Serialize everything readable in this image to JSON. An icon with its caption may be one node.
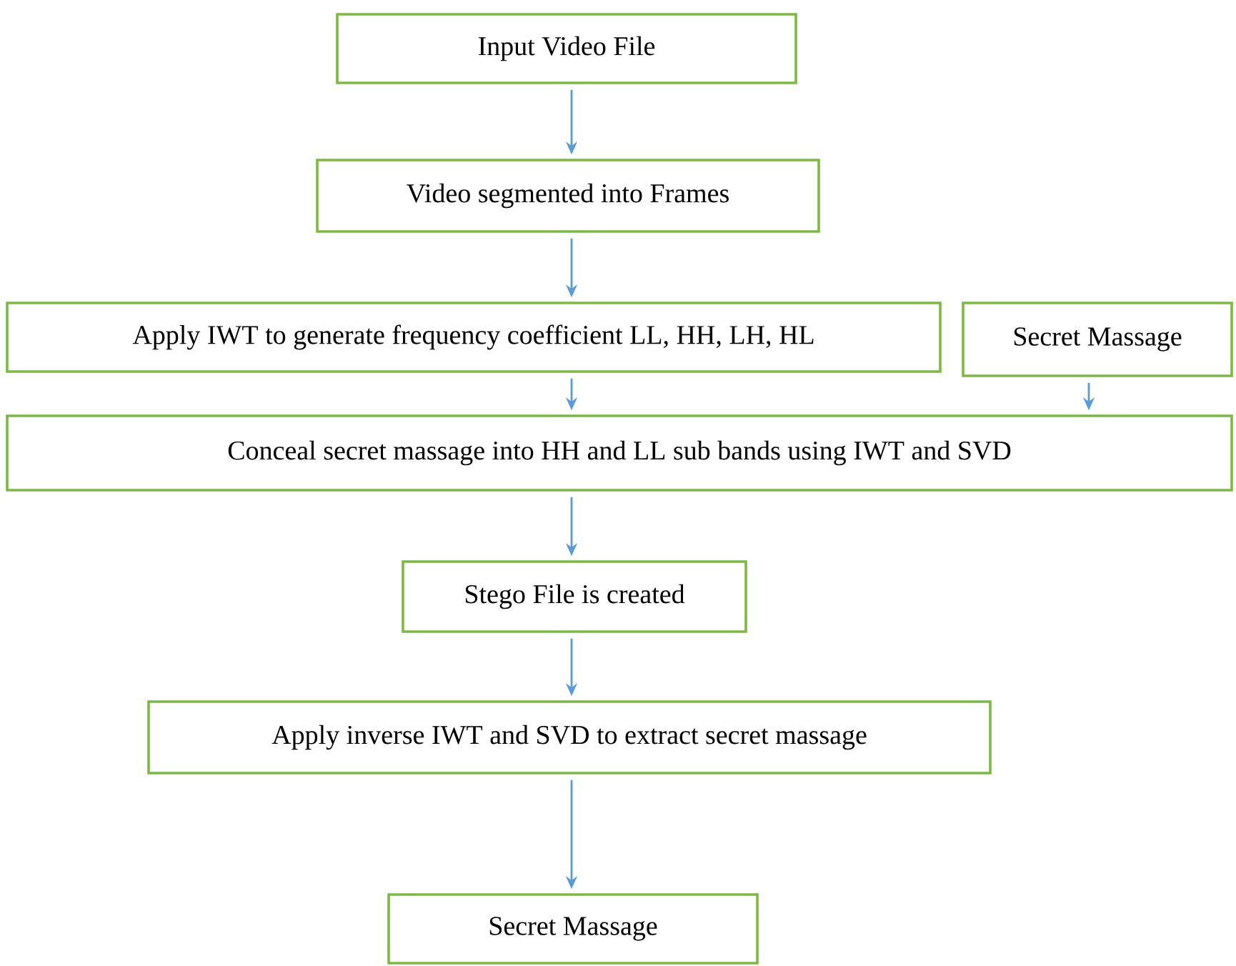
{
  "diagram": {
    "nodes": [
      {
        "text": [
          "Input Video File"
        ]
      },
      {
        "text": [
          "Video segmented into Frames"
        ]
      },
      {
        "text": [
          "Apply IWT to generate frequency coefficient LL, HH, LH, HL"
        ]
      },
      {
        "text": [
          "Secret Massage"
        ]
      },
      {
        "text": [
          "Conceal secret massage into HH and LL sub bands using IWT and SVD"
        ]
      },
      {
        "text": [
          "Stego File is created"
        ]
      },
      {
        "text": [
          "Apply inverse IWT and SVD to extract secret massage"
        ]
      },
      {
        "text": [
          "Secret Massage"
        ]
      }
    ],
    "edges": [
      {
        "from": 0,
        "to": 1,
        "arrow": "to"
      },
      {
        "from": 1,
        "to": 2,
        "arrow": "to"
      },
      {
        "from": 2,
        "to": 4,
        "arrow": "to"
      },
      {
        "from": 3,
        "to": 4,
        "arrow": "to"
      },
      {
        "from": 4,
        "to": 5,
        "arrow": "to"
      },
      {
        "from": 5,
        "to": 6,
        "arrow": "to"
      },
      {
        "from": 6,
        "to": 7,
        "arrow": "to"
      }
    ]
  }
}
